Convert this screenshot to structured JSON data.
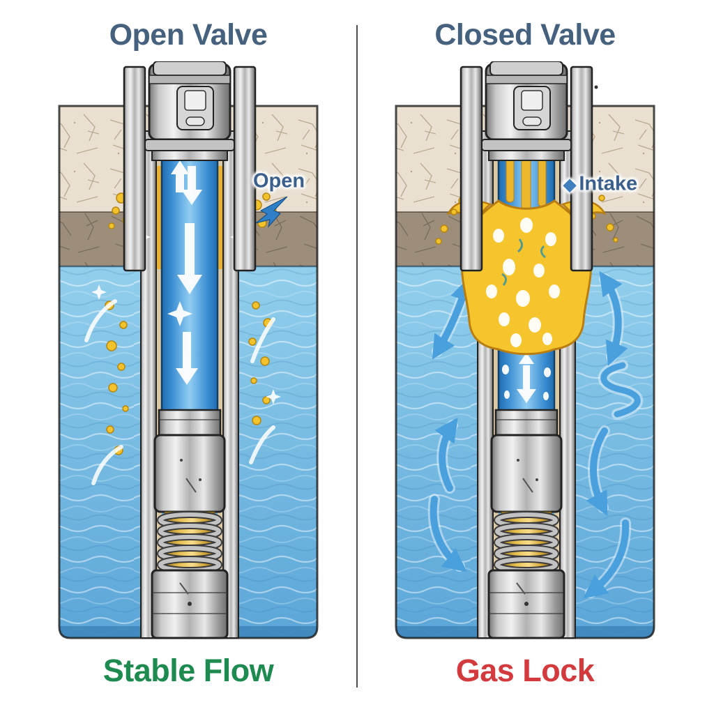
{
  "figure": {
    "kind": "two-panel well valve comparison diagram",
    "panels": [
      {
        "title": "Open Valve",
        "caption": "Stable Flow",
        "annotation_label": "Open",
        "annotation_icon": "down-left-arrow-icon"
      },
      {
        "title": "Closed Valve",
        "caption": "Gas Lock",
        "annotation_label": "Intake",
        "annotation_icon": "diamond-icon",
        "annotation_icon_glyph": "◆"
      }
    ],
    "theme": {
      "background": "#ffffff",
      "title_color": "#45617d",
      "stable_color": "#1d8a4f",
      "gaslock_color": "#d23a3e",
      "annotation_color": "#3a5f8c",
      "divider_color": "#4d4d4d",
      "water_color": "#7fc4e8",
      "gas_color": "#f5c42c",
      "rock_color": "#e9e0d1",
      "soil_color": "#9d8e7c",
      "metal_color": "#b9b9b9",
      "tubing_color": "#2e82c8"
    }
  }
}
